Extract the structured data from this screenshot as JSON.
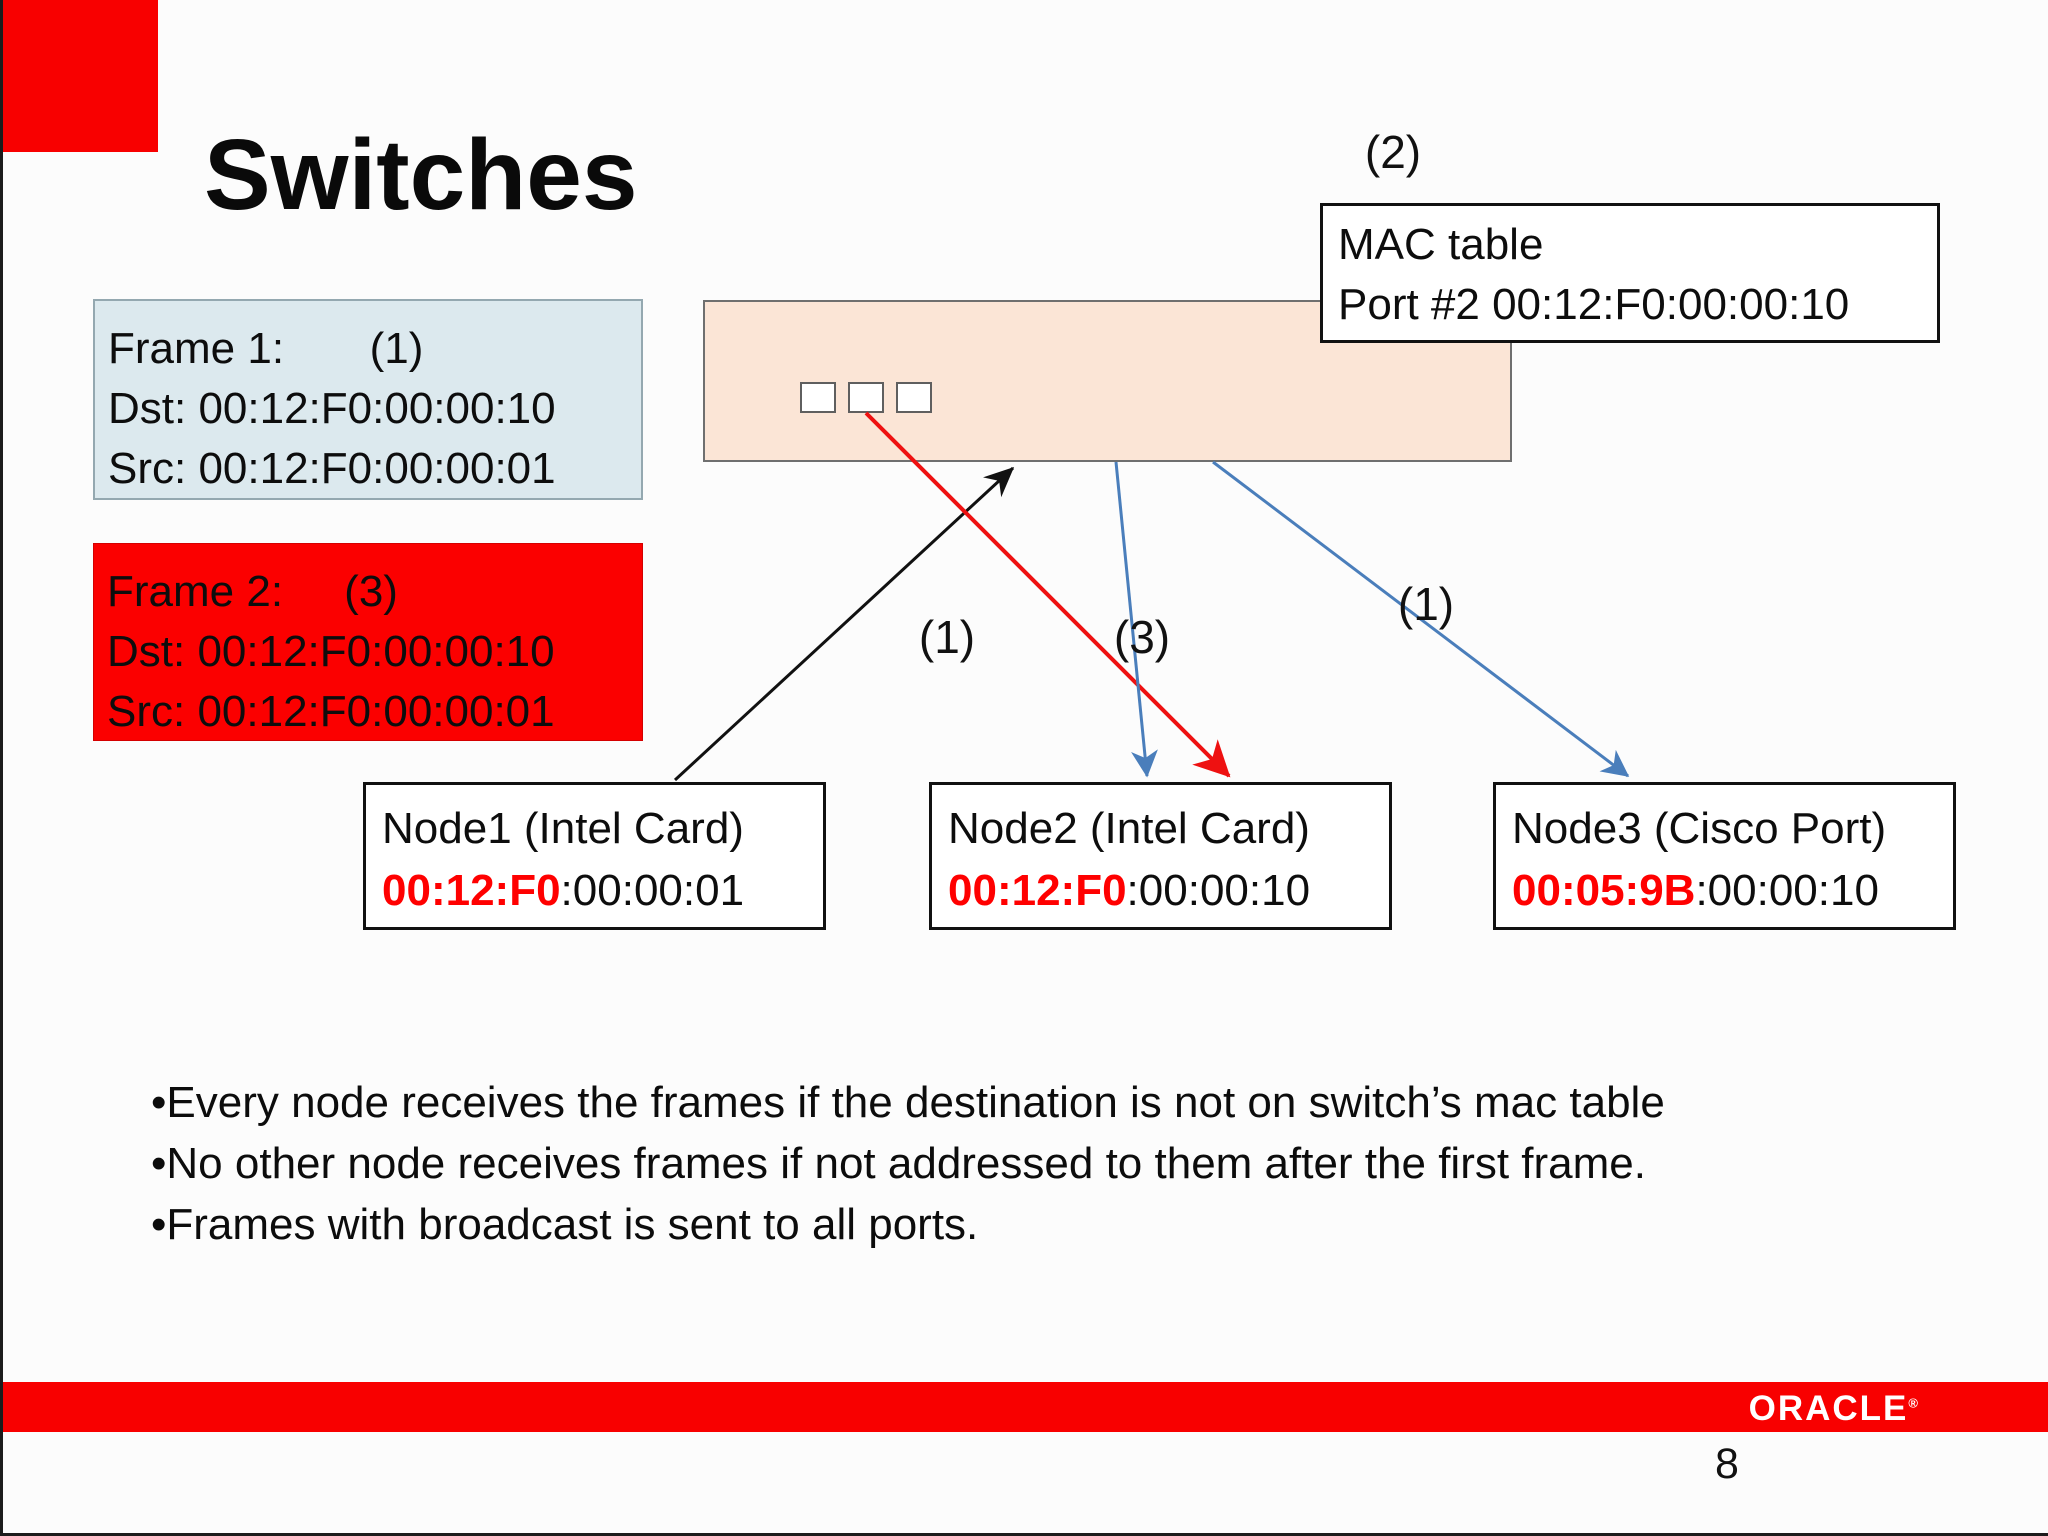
{
  "slide": {
    "title": "Switches",
    "page_number": "8"
  },
  "footer": {
    "logo_text": "ORACLE",
    "registered_mark": "®"
  },
  "frame1": {
    "line1": "Frame 1:       (1)",
    "line2": "Dst: 00:12:F0:00:00:10",
    "line3": "Src: 00:12:F0:00:00:01"
  },
  "frame2": {
    "line1": "Frame 2:     (3)",
    "line2": "Dst: 00:12:F0:00:00:10",
    "line3": "Src: 00:12:F0:00:00:01"
  },
  "mac_table": {
    "line1": "MAC table",
    "line2": "Port #2 00:12:F0:00:00:10"
  },
  "arrow_labels": {
    "mac_step": "(2)",
    "node1_to_switch": "(1)",
    "switch_to_node2_red": "(3)",
    "switch_to_node3": "(1)"
  },
  "nodes": [
    {
      "name": "Node1 (Intel Card)",
      "mac_highlight": "00:12:F0",
      "mac_rest": ":00:00:01"
    },
    {
      "name": "Node2 (Intel Card)",
      "mac_highlight": "00:12:F0",
      "mac_rest": ":00:00:10"
    },
    {
      "name": "Node3 (Cisco Port)",
      "mac_highlight": "00:05:9B",
      "mac_rest": ":00:00:10"
    }
  ],
  "bullets": [
    "•Every node receives the frames if the destination is not on switch’s mac table",
    "•No other node receives frames if not addressed to them after the first frame.",
    "•Frames with broadcast is sent to all ports."
  ],
  "colors": {
    "accent_red": "#F80000",
    "frame1_fill": "#DCE9EE",
    "frame2_fill": "#FB0000",
    "switch_fill": "#FBE5D6",
    "arrow_blue": "#4A7EBB",
    "arrow_red": "#EE1111",
    "arrow_black": "#111111",
    "mac_highlight_red": "#FF0000"
  }
}
